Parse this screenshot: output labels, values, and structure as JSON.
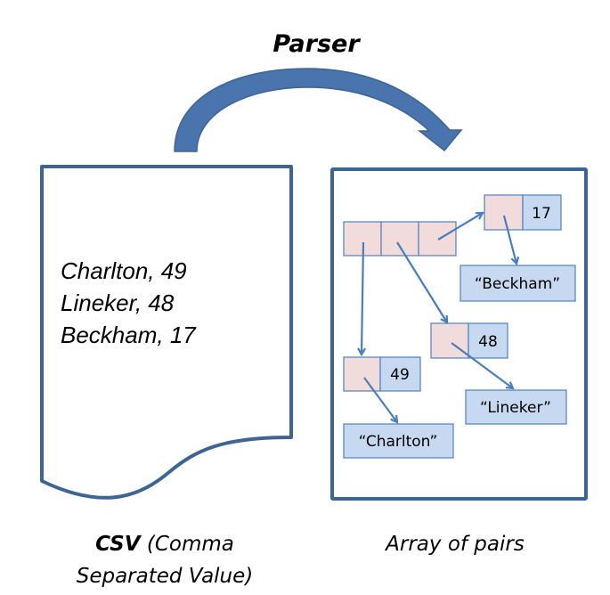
{
  "title": "Parser",
  "colors": {
    "frame": "#3e6492",
    "big_arrow": "#4a74ad",
    "pointer_cell": "#f2dcdb",
    "value_cell": "#c6d9f1",
    "link": "#4a7ebb"
  },
  "csv": {
    "lines": [
      "Charlton, 49",
      "Lineker, 48",
      "Beckham, 17"
    ],
    "caption_bold": "CSV",
    "caption_line1_rest": " (Comma",
    "caption_line2": "Separated Value)"
  },
  "array": {
    "caption": "Array of pairs",
    "cells": 3,
    "pairs": [
      {
        "value": "49",
        "name": "“Charlton”"
      },
      {
        "value": "48",
        "name": "“Lineker”"
      },
      {
        "value": "17",
        "name": "“Beckham”"
      }
    ]
  }
}
